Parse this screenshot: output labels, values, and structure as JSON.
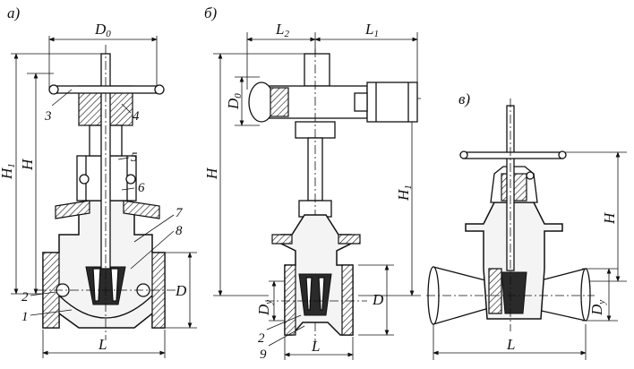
{
  "figure": {
    "panels": [
      {
        "id": "a",
        "label": "а)"
      },
      {
        "id": "b",
        "label": "б)"
      },
      {
        "id": "c",
        "label": "в)"
      }
    ],
    "dimensions": {
      "a": {
        "D0": "D",
        "D0_sub": "0",
        "H1": "H",
        "H1_sub": "1",
        "H": "H",
        "D": "D",
        "L": "L"
      },
      "b": {
        "L2": "L",
        "L2_sub": "2",
        "L1": "L",
        "L1_sub": "1",
        "D0": "D",
        "D0_sub": "0",
        "H": "H",
        "H1": "H",
        "H1_sub": "1",
        "Dy": "D",
        "Dy_sub": "y",
        "D": "D",
        "L": "L"
      },
      "c": {
        "H": "H",
        "Dy": "D",
        "Dy_sub": "y",
        "L": "L"
      }
    },
    "callouts": {
      "a": [
        "3",
        "4",
        "5",
        "6",
        "7",
        "8",
        "2",
        "1"
      ],
      "b": [
        "2",
        "9"
      ]
    }
  }
}
